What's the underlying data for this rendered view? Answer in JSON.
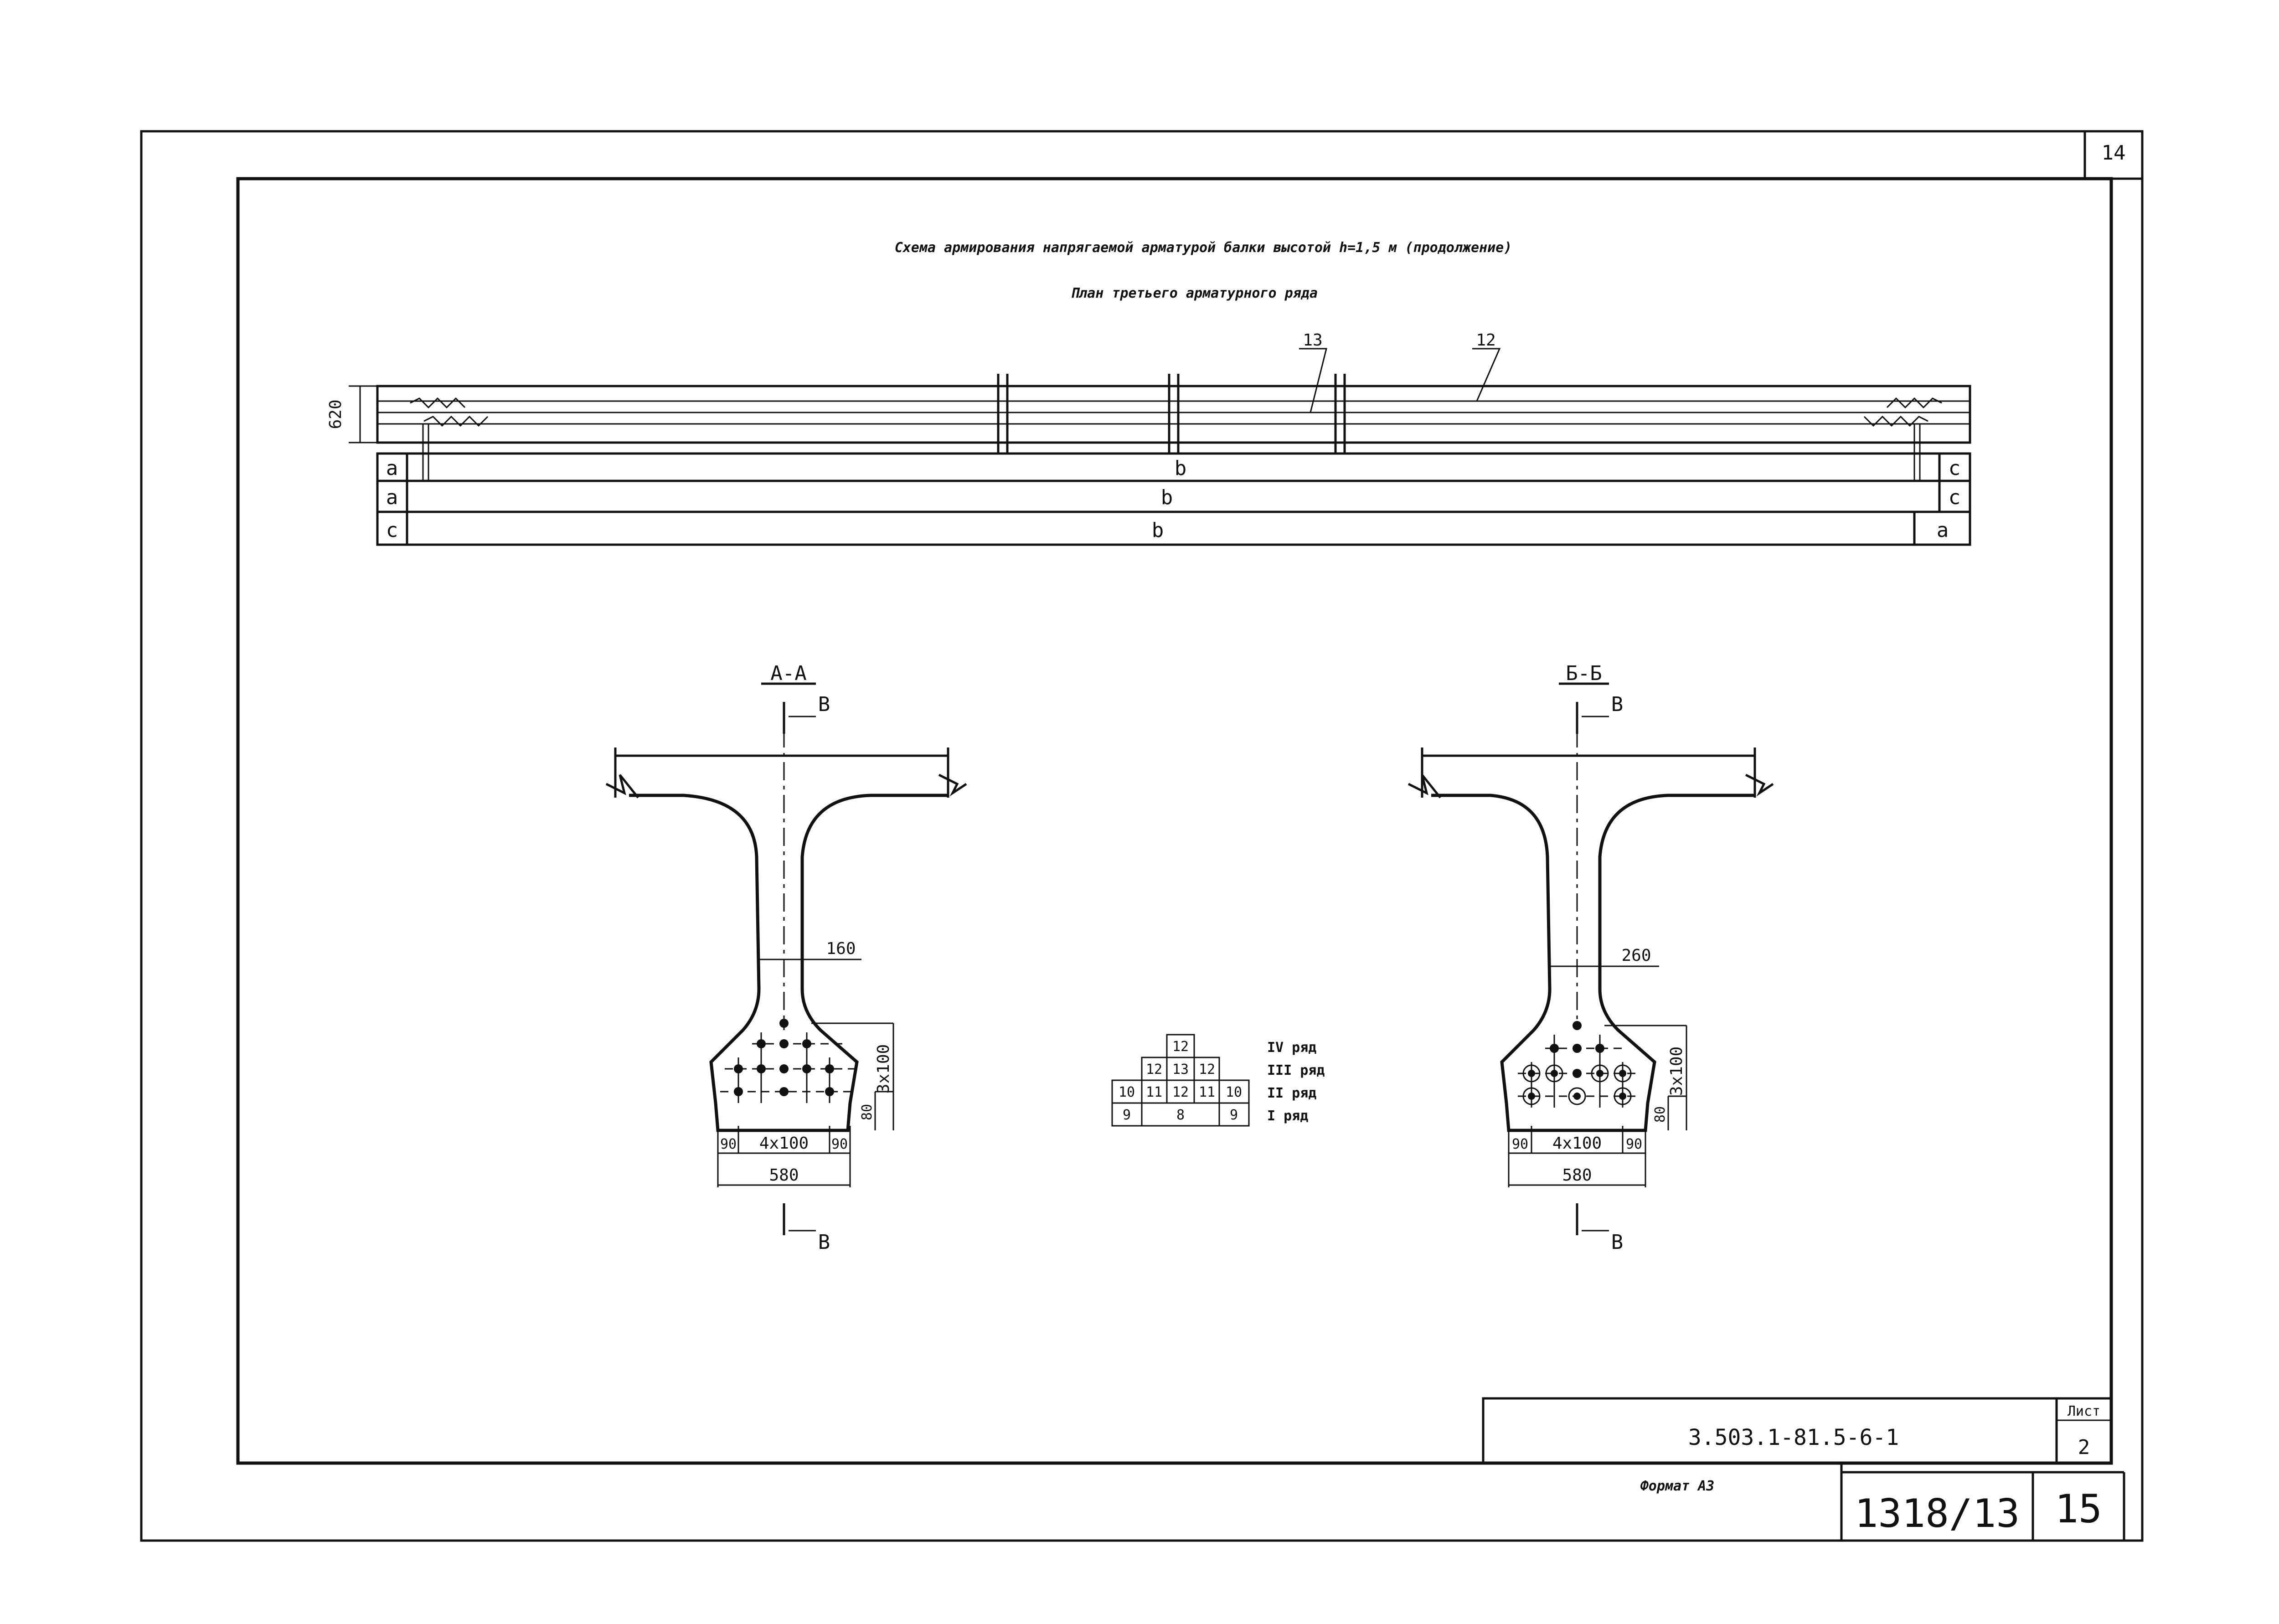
{
  "sheet": {
    "page_number_top": "14",
    "page_number_bottom": "15",
    "drawing_code": "3.503.1-81.5-6-1",
    "sheet_label": "Лист",
    "sheet_number": "2",
    "format_label": "Формат А3",
    "archive_number": "1318/13"
  },
  "titles": {
    "main": "Схема армирования напрягаемой арматурой балки высотой h=1,5 м (продолжение)",
    "plan": "План третьего арматурного ряда"
  },
  "plan": {
    "depth_label": "620",
    "bar_callouts": [
      "13",
      "12"
    ],
    "rows": [
      {
        "left": "a",
        "middle": "b",
        "right": "c"
      },
      {
        "left": "a",
        "middle": "b",
        "right": "c"
      },
      {
        "left": "c",
        "middle": "b",
        "right": "a"
      }
    ]
  },
  "section_aa": {
    "title": "А-А",
    "cut_mark": "В",
    "web_dim": "160",
    "vert_dim": "3x100",
    "bottom_edge_dim": "80",
    "side_dim": "90",
    "spacing_dim": "4x100",
    "width_dim": "580"
  },
  "section_bb": {
    "title": "Б-Б",
    "cut_mark": "В",
    "web_dim": "260",
    "vert_dim": "3x100",
    "bottom_edge_dim": "80",
    "side_dim": "90",
    "spacing_dim": "4x100",
    "width_dim": "580"
  },
  "bar_table": {
    "rows": [
      {
        "cells": [
          "12"
        ],
        "label": "IV ряд"
      },
      {
        "cells": [
          "12",
          "13",
          "12"
        ],
        "label": "III ряд"
      },
      {
        "cells": [
          "10",
          "11",
          "12",
          "11",
          "10"
        ],
        "label": "II ряд"
      },
      {
        "cells": [
          "9",
          "8",
          "9"
        ],
        "label": "I ряд"
      }
    ]
  }
}
